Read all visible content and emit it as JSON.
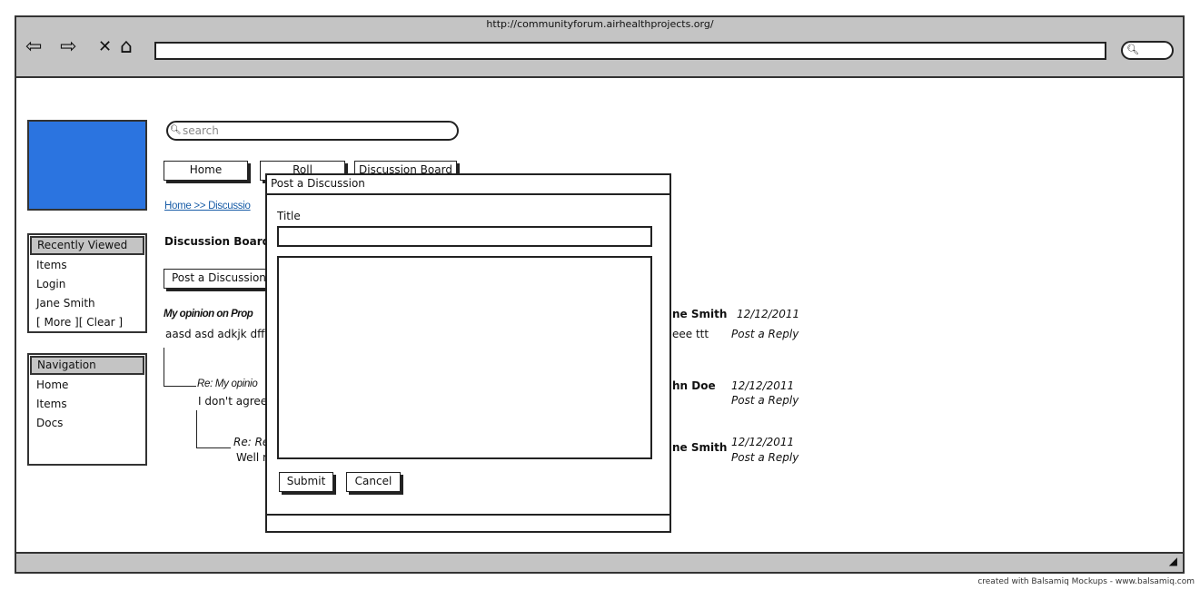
{
  "browser": {
    "url": "http://communityforum.airhealthprojects.org/",
    "credit": "created with Balsamiq Mockups - www.balsamiq.com"
  },
  "search": {
    "placeholder": "search"
  },
  "nav_buttons": [
    "Home",
    "Roll",
    "Discussion Board"
  ],
  "breadcrumb": "Home >> Discussio",
  "heading": "Discussion Board",
  "post_button": "Post a Discussion",
  "recently_viewed": {
    "title": "Recently Viewed",
    "items": [
      "Items",
      "Login",
      "Jane Smith",
      "[ More ][ Clear ]"
    ]
  },
  "navigation": {
    "title": "Navigation",
    "items": [
      "Home",
      "Items",
      "Docs"
    ]
  },
  "posts": [
    {
      "title": "My opinion on Prop",
      "body": "aasd asd adkjk  dfft",
      "body_tail": "eee ttt",
      "author": "ne Smith",
      "date": "12/12/2011",
      "reply": "Post a Reply"
    },
    {
      "title": "Re: My opinio",
      "body": "I don't agree",
      "author": "hn Doe",
      "date": "12/12/2011",
      "reply": "Post a Reply"
    },
    {
      "title": "Re: Re",
      "body": "Well r",
      "author": "ne Smith",
      "date": "12/12/2011",
      "reply": "Post a Reply"
    }
  ],
  "modal": {
    "title": "Post a Discussion",
    "title_label": "Title",
    "title_value": "",
    "body_value": "",
    "submit": "Submit",
    "cancel": "Cancel"
  },
  "colors": {
    "logo": "#2b74e0",
    "chrome": "#c4c4c4",
    "link": "#1a5ea8"
  }
}
